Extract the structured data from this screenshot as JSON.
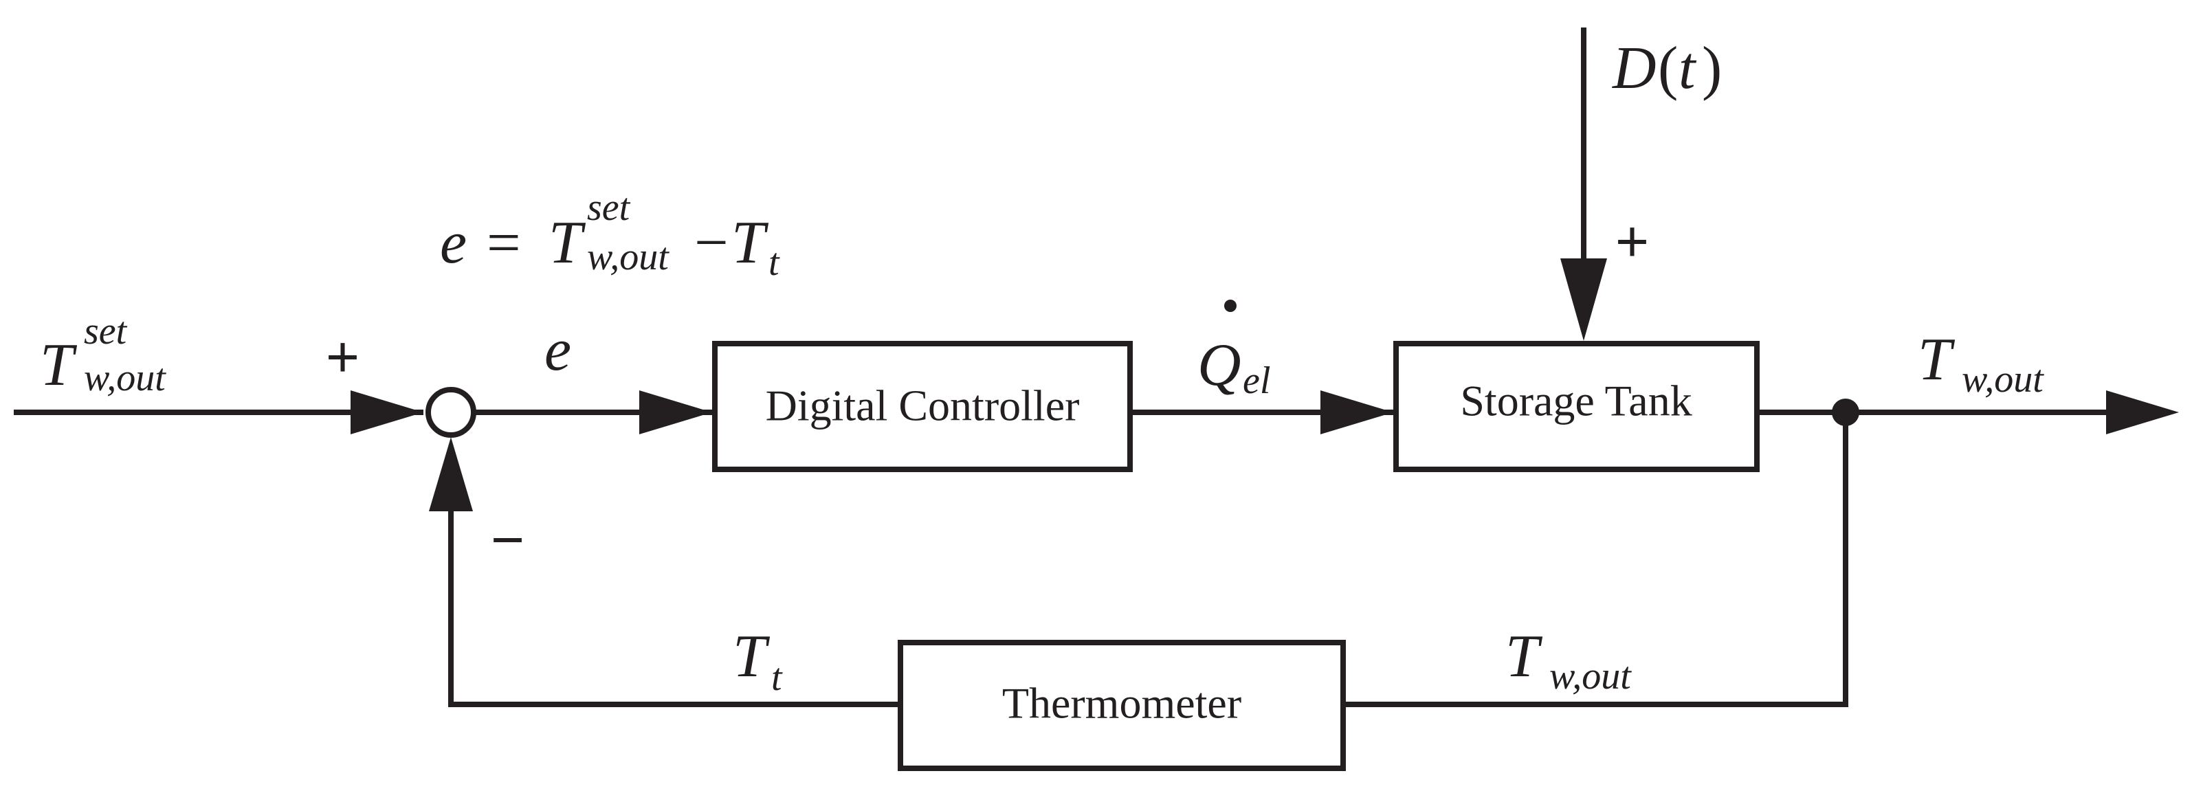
{
  "blocks": {
    "controller": "Digital Controller",
    "tank": "Storage Tank",
    "thermometer": "Thermometer"
  },
  "signals": {
    "setpoint": {
      "base": "T",
      "sup": "set",
      "sub": "w,out"
    },
    "error": "e",
    "error_equation": {
      "lhs": "e",
      "eq": "=",
      "base": "T",
      "sup": "set",
      "sub": "w,out",
      "minus": "−",
      "base2": "T",
      "sub2": "t"
    },
    "heat": {
      "base": "Q",
      "sub": "el"
    },
    "disturbance": {
      "base": "D",
      "open": "(",
      "arg": "t",
      "close": ")"
    },
    "output": {
      "base": "T",
      "sub": "w,out"
    },
    "feedback_in": {
      "base": "T",
      "sub": "w,out"
    },
    "feedback_out": {
      "base": "T",
      "sub": "t"
    }
  },
  "signs": {
    "setpoint_sign": "+",
    "feedback_sign": "−",
    "disturbance_sign": "+"
  },
  "colors": {
    "line": "#231f20",
    "background": "#ffffff"
  }
}
